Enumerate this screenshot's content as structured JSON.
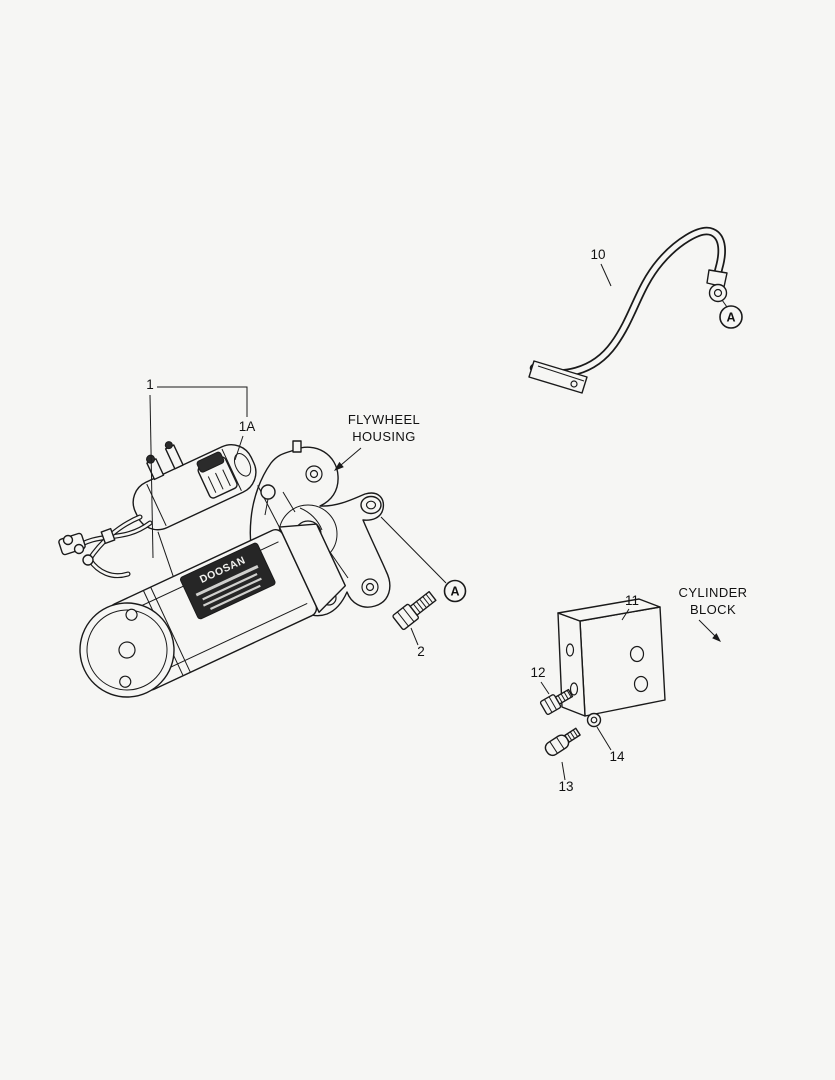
{
  "colors": {
    "line": "#1a1a1a",
    "background": "#f6f6f4",
    "plate": "#262626"
  },
  "callouts": {
    "item1": "1",
    "item1a": "1A",
    "item2": "2",
    "item10": "10",
    "item11": "11",
    "item12": "12",
    "item13": "13",
    "item14": "14"
  },
  "labels": {
    "flywheel_housing": [
      "FLYWHEEL",
      "HOUSING"
    ],
    "cylinder_block": [
      "CYLINDER",
      "BLOCK"
    ],
    "view_marker": "A"
  },
  "plate": {
    "brand": "DOOSAN"
  }
}
